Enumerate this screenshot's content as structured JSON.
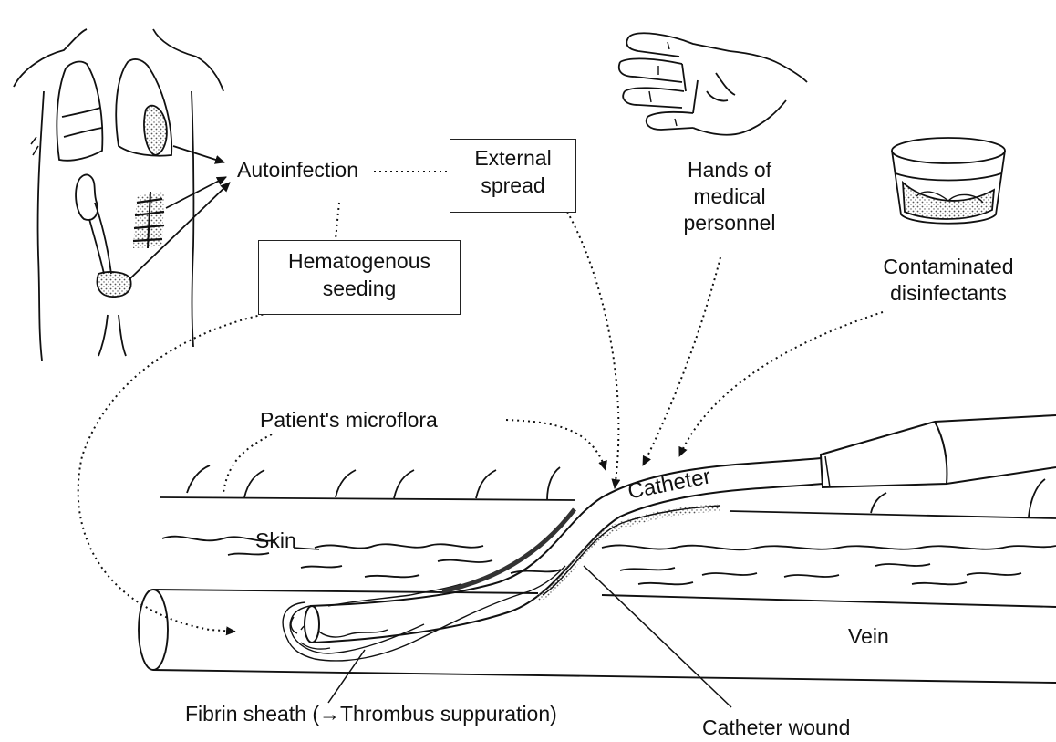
{
  "labels": {
    "autoinfection": "Autoinfection",
    "external_spread_1": "External",
    "external_spread_2": "spread",
    "hematogenous_1": "Hematogenous",
    "hematogenous_2": "seeding",
    "hands_1": "Hands of",
    "hands_2": "medical",
    "hands_3": "personnel",
    "disinfectants_1": "Contaminated",
    "disinfectants_2": "disinfectants",
    "microflora": "Patient's microflora",
    "skin": "Skin",
    "catheter": "Catheter",
    "vein": "Vein",
    "fibrin": "Fibrin sheath (→Thrombus suppuration)",
    "catheter_wound": "Catheter wound"
  },
  "colors": {
    "ink": "#111111",
    "stipple": "#555555",
    "background": "#ffffff"
  }
}
